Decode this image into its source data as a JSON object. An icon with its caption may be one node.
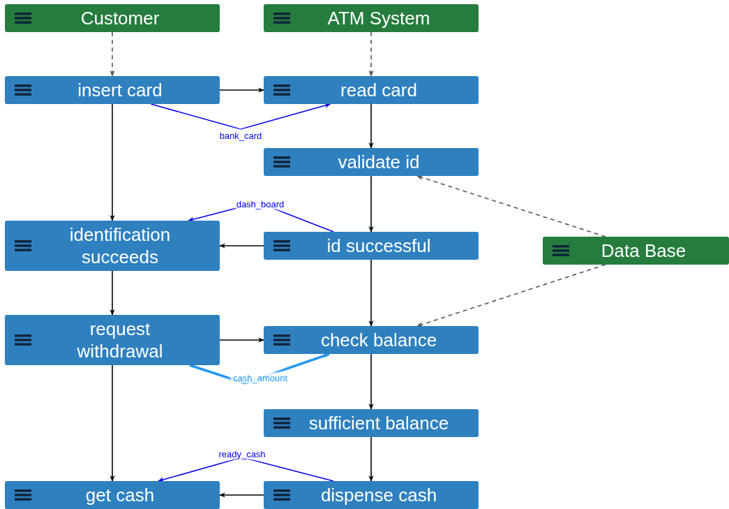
{
  "diagram": {
    "nodes": [
      {
        "text": [
          "Customer"
        ]
      },
      {
        "text": [
          "ATM System"
        ]
      },
      {
        "text": [
          "insert card"
        ]
      },
      {
        "text": [
          "read card"
        ]
      },
      {
        "text": [
          "validate id"
        ]
      },
      {
        "text": [
          "identification succeeds"
        ]
      },
      {
        "text": [
          "id successful"
        ]
      },
      {
        "text": [
          "Data Base"
        ]
      },
      {
        "text": [
          "request withdrawal"
        ]
      },
      {
        "text": [
          "check balance"
        ]
      },
      {
        "text": [
          "sufficient balance"
        ]
      },
      {
        "text": [
          "get cash"
        ]
      },
      {
        "text": [
          "dispense cash"
        ]
      }
    ],
    "edges": [
      {
        "from": 0,
        "to": 2,
        "arrow": "to",
        "style": "dashed",
        "color": "#555555"
      },
      {
        "from": 1,
        "to": 3,
        "arrow": "to",
        "style": "dashed",
        "color": "#555555"
      },
      {
        "from": 2,
        "to": 3,
        "arrow": "to"
      },
      {
        "from": 2,
        "to": 3,
        "arrow": "to",
        "label": "bank_card",
        "color": "#0000ee"
      },
      {
        "from": 3,
        "to": 4,
        "arrow": "to"
      },
      {
        "from": 2,
        "to": 5,
        "arrow": "to"
      },
      {
        "from": 6,
        "to": 5,
        "arrow": "to"
      },
      {
        "from": 6,
        "to": 5,
        "arrow": "to",
        "label": "dash_board",
        "color": "#0000ee"
      },
      {
        "from": 4,
        "to": 6,
        "arrow": "to"
      },
      {
        "from": 7,
        "to": 4,
        "arrow": "to",
        "style": "dashed",
        "color": "#555555"
      },
      {
        "from": 7,
        "to": 9,
        "arrow": "to",
        "style": "dashed",
        "color": "#555555"
      },
      {
        "from": 5,
        "to": 8,
        "arrow": "to"
      },
      {
        "from": 8,
        "to": 9,
        "arrow": "to"
      },
      {
        "from": 8,
        "to": 9,
        "arrow": "to",
        "label": "cash_amount",
        "style": "thick",
        "color": "#2196f3"
      },
      {
        "from": 6,
        "to": 9,
        "arrow": "to"
      },
      {
        "from": 9,
        "to": 10,
        "arrow": "to"
      },
      {
        "from": 10,
        "to": 12,
        "arrow": "to"
      },
      {
        "from": 8,
        "to": 11,
        "arrow": "to"
      },
      {
        "from": 12,
        "to": 11,
        "arrow": "to"
      },
      {
        "from": 12,
        "to": 11,
        "arrow": "to",
        "label": "ready_cash",
        "color": "#0000ee"
      }
    ]
  }
}
